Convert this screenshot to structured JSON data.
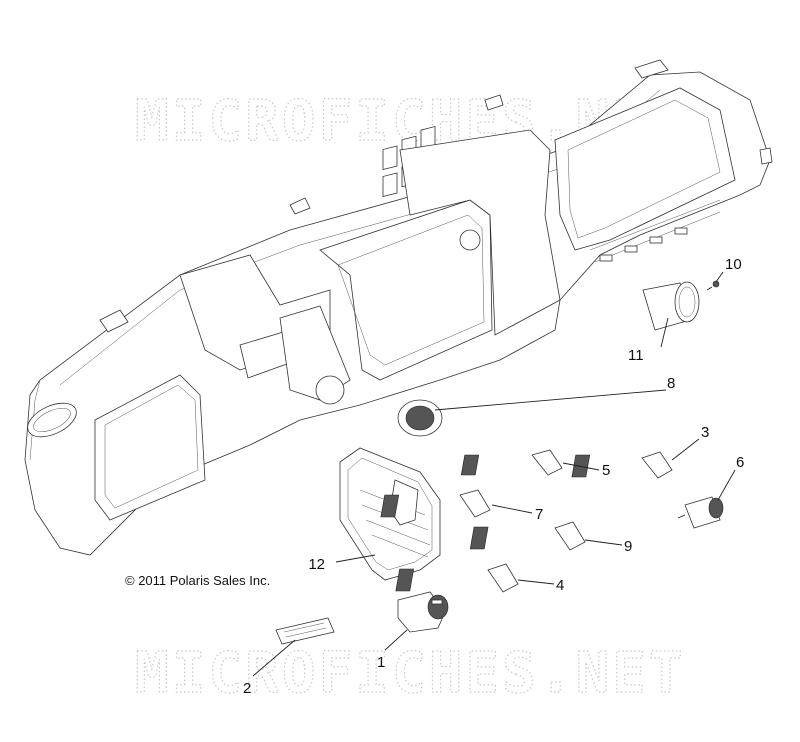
{
  "watermark_top": "MICROFICHES.NET",
  "watermark_bottom": "MICROFICHES.NET",
  "copyright": "© 2011 Polaris Sales Inc.",
  "callouts": [
    {
      "id": "1",
      "label": "1"
    },
    {
      "id": "2",
      "label": "2"
    },
    {
      "id": "3",
      "label": "3"
    },
    {
      "id": "4",
      "label": "4"
    },
    {
      "id": "5",
      "label": "5"
    },
    {
      "id": "6",
      "label": "6"
    },
    {
      "id": "7",
      "label": "7"
    },
    {
      "id": "8",
      "label": "8"
    },
    {
      "id": "9",
      "label": "9"
    },
    {
      "id": "10",
      "label": "10"
    },
    {
      "id": "11",
      "label": "11"
    },
    {
      "id": "12",
      "label": "12"
    }
  ]
}
